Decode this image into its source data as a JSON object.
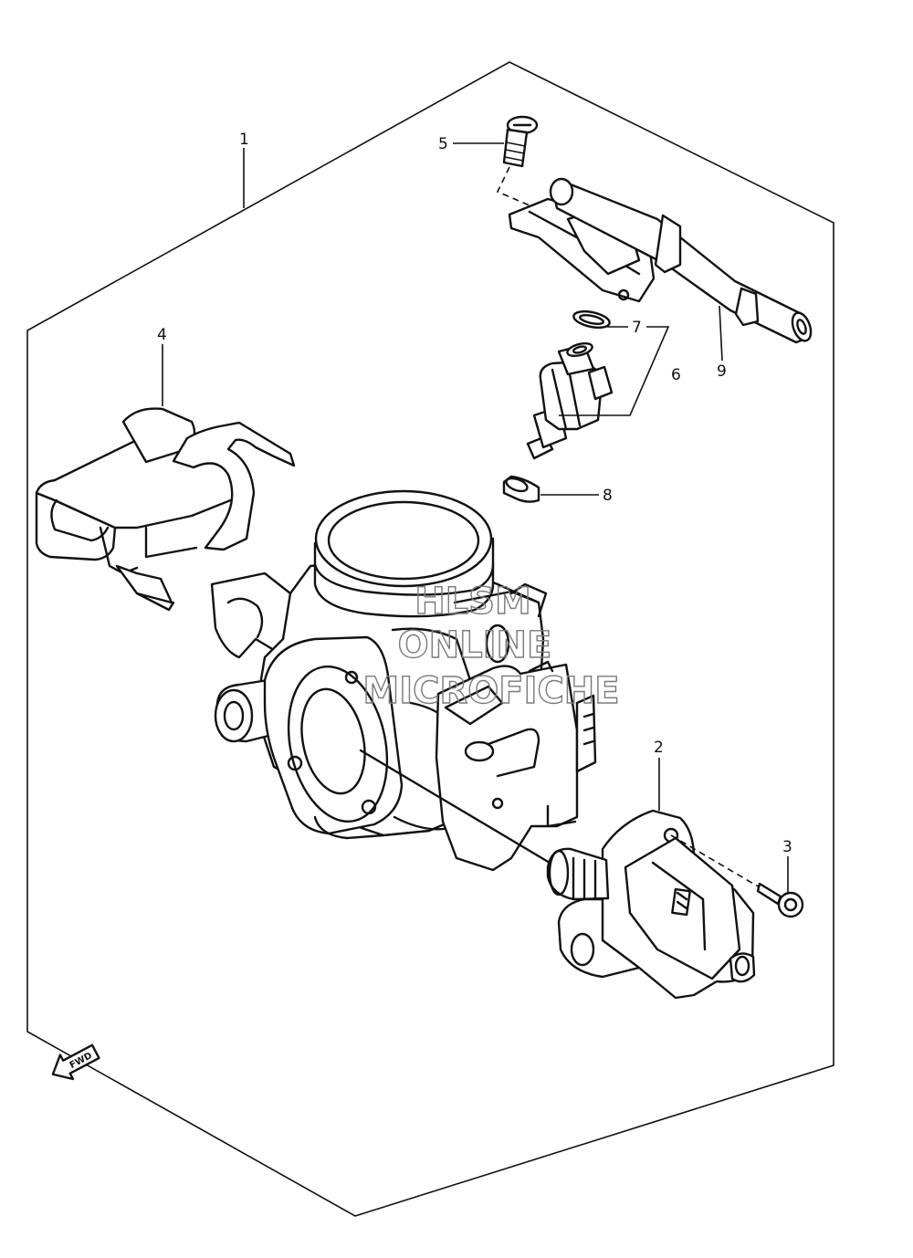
{
  "callouts": {
    "c1": "1",
    "c2": "2",
    "c3": "3",
    "c4": "4",
    "c5": "5",
    "c6": "6",
    "c7": "7",
    "c8": "8",
    "c9": "9"
  },
  "watermark": {
    "line1": "HLSM",
    "line2": "ONLINE",
    "line3": "MICROFICHE"
  },
  "fwd_label": "FWD"
}
